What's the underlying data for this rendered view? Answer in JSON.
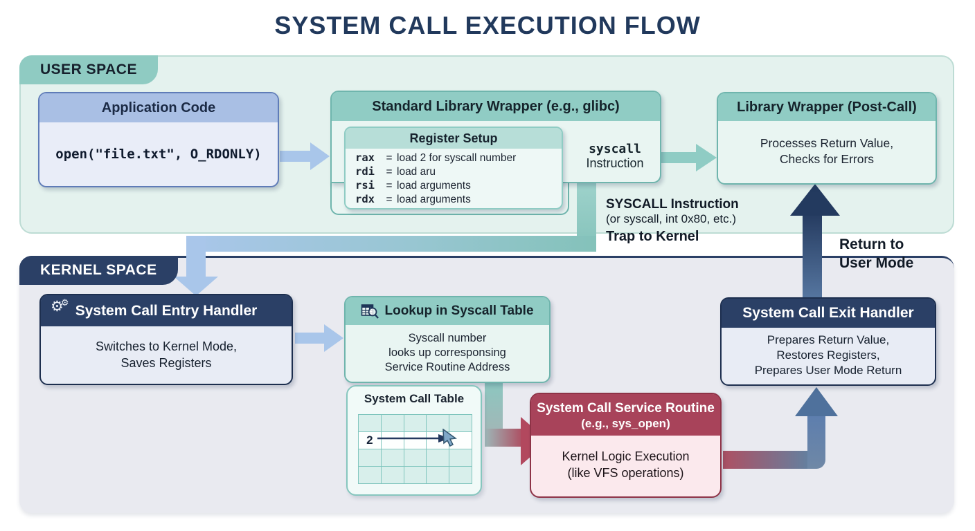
{
  "title": "SYSTEM CALL EXECUTION FLOW",
  "user_space": {
    "label": "USER SPACE",
    "application_code": {
      "title": "Application Code",
      "code": "open(\"file.txt\", O_RDONLY)"
    },
    "library_wrapper": {
      "title": "Standard Library Wrapper (e.g., glibc)",
      "register_setup": {
        "title": "Register Setup",
        "eq_sign": "=",
        "registers": [
          {
            "name": "rax",
            "value": "load 2 for syscall number"
          },
          {
            "name": "rdi",
            "value": "load aru"
          },
          {
            "name": "rsi",
            "value": "load arguments"
          },
          {
            "name": "rdx",
            "value": "load arguments"
          }
        ]
      },
      "syscall_note": [
        "syscall",
        "Instruction"
      ]
    },
    "post_call_wrapper": {
      "title": "Library Wrapper (Post-Call)",
      "body": [
        "Processes Return Value,",
        "Checks for Errors"
      ]
    }
  },
  "annotations": {
    "syscall_title": "SYSCALL Instruction",
    "syscall_sub": "(or syscall, int 0x80, etc.)",
    "trap": "Trap to Kernel",
    "return_to_user": [
      "Return to",
      "User Mode"
    ]
  },
  "kernel_space": {
    "label": "KERNEL SPACE",
    "entry_handler": {
      "title": "System Call Entry Handler",
      "body": [
        "Switches to Kernel Mode,",
        "Saves Registers"
      ]
    },
    "lookup": {
      "title": "Lookup in Syscall Table",
      "body": [
        "Syscall number",
        "looks up corresponsing",
        "Service Routine Address"
      ]
    },
    "syscall_table": {
      "title": "System Call Table",
      "rows": 4,
      "cols": 5,
      "highlight_row": 1,
      "highlight_col": 0,
      "highlight_value": "2"
    },
    "service_routine": {
      "title": [
        "System Call Service Routine",
        "(e.g., sys_open)"
      ],
      "body": [
        "Kernel Logic Execution",
        "(like VFS operations)"
      ]
    },
    "exit_handler": {
      "title": "System Call Exit Handler",
      "body": [
        "Prepares Return Value,",
        "Restores Registers,",
        "Prepares User Mode Return"
      ]
    }
  },
  "colors": {
    "title_navy": "#21395c",
    "user_space_bg": "#e4f2ee",
    "kernel_space_bg": "#e9eaf0",
    "teal_header": "#90ccc4",
    "teal_border": "#6fb5ad",
    "blue_header": "#a9bfe4",
    "blue_arrow": "#a9c6ea",
    "navy_header": "#2b4066",
    "crimson_header": "#a8435a",
    "return_arrow_navy": "#24395e",
    "steel_blue": "#5d7eae"
  }
}
